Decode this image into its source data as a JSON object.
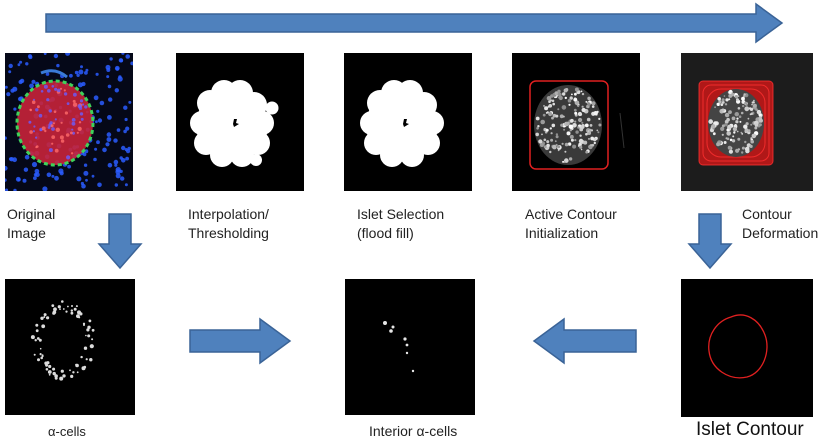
{
  "colors": {
    "arrow_fill": "#4f81bd",
    "arrow_stroke": "#3a6397",
    "contour": "#e02020",
    "nuclei": "#2a5cff",
    "islet_red": "#c8243a",
    "islet_green": "#3fd25a"
  },
  "labels": {
    "original": "Original\nImage",
    "interpolation": "Interpolation/\nThresholding",
    "islet_selection": "Islet Selection\n(flood fill)",
    "active_contour": "Active Contour\nInitialization",
    "contour_deformation": "Contour\nDeformation",
    "alpha_cells": "α-cells",
    "interior_alpha_cells": "Interior α-cells",
    "islet_contour": "Islet Contour"
  }
}
